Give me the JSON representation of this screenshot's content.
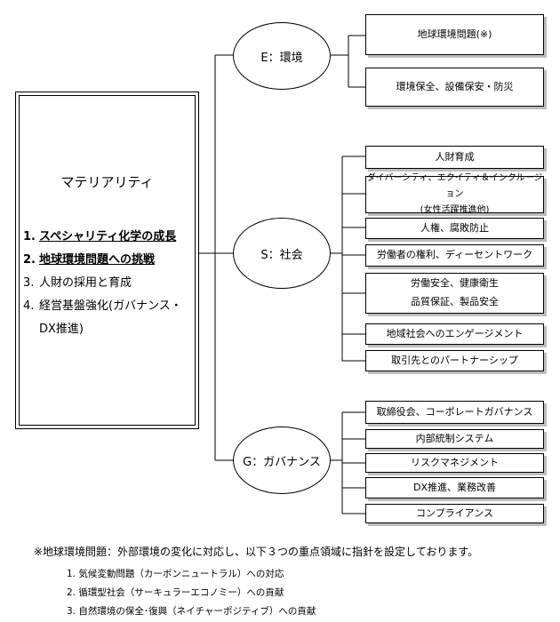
{
  "materiality": {
    "title": "マテリアリティ",
    "items": [
      {
        "num": "1.",
        "text": "スペシャリティ化学の成長"
      },
      {
        "num": "2.",
        "text": "地球環境問題への挑戦"
      },
      {
        "num": "3.",
        "text": "人財の採用と育成"
      },
      {
        "num": "4.",
        "text": "経営基盤強化(ガバナンス・DX推進)"
      }
    ]
  },
  "categories": {
    "e": {
      "label": "E：環境",
      "items": [
        "地球環境問題(※)",
        "環境保全、設備保安・防災"
      ]
    },
    "s": {
      "label": "S：社会",
      "items": [
        [
          "人財育成"
        ],
        [
          "ダイバーシティ、エクイティ＆インクルージョン",
          "(女性活躍推進他)"
        ],
        [
          "人権、腐敗防止"
        ],
        [
          "労働者の権利、ディーセントワーク"
        ],
        [
          "労働安全、健康衛生",
          "品質保証、製品安全"
        ],
        [
          "地域社会へのエンゲージメント"
        ],
        [
          "取引先とのパートナーシップ"
        ]
      ]
    },
    "g": {
      "label": "G：ガバナンス",
      "items": [
        "取締役会、コーポレートガバナンス",
        "内部統制システム",
        "リスクマネジメント",
        "DX推進、業務改善",
        "コンプライアンス"
      ]
    }
  },
  "footnote": {
    "main": "※地球環境問題：外部環境の変化に対応し、以下３つの重点領域に指針を設定しております。",
    "items": [
      "1. 気候変動問題（カーボンニュートラル）への対応",
      "2. 循環型社会（サーキュラーエコノミー）への貢献",
      "3. 自然環境の保全･復興（ネイチャーポジティブ）への貢献"
    ]
  }
}
